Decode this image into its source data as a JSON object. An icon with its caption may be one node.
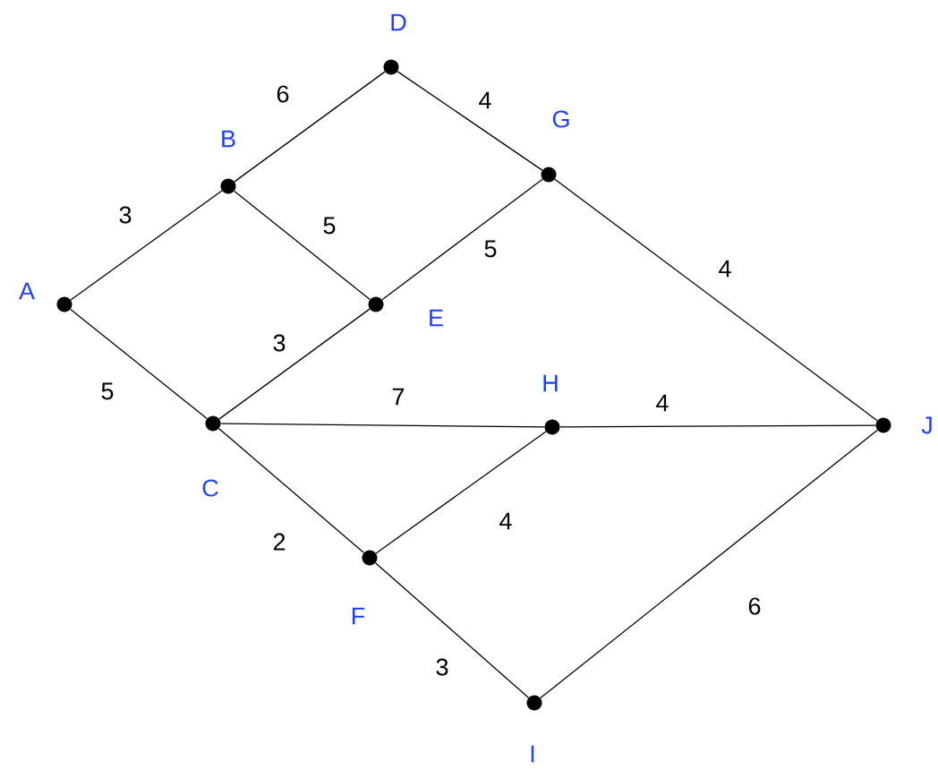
{
  "diagram": {
    "nodes": [
      {
        "text": [
          "A"
        ]
      },
      {
        "text": [
          "B"
        ]
      },
      {
        "text": [
          "C"
        ]
      },
      {
        "text": [
          "D"
        ]
      },
      {
        "text": [
          "E"
        ]
      },
      {
        "text": [
          "F"
        ]
      },
      {
        "text": [
          "G"
        ]
      },
      {
        "text": [
          "H"
        ]
      },
      {
        "text": [
          "I"
        ]
      },
      {
        "text": [
          "J"
        ]
      }
    ],
    "edges": [
      {
        "from": 0,
        "to": 1,
        "arrow": "none",
        "label": "3"
      },
      {
        "from": 0,
        "to": 2,
        "arrow": "none",
        "label": "5"
      },
      {
        "from": 1,
        "to": 3,
        "arrow": "none",
        "label": "6"
      },
      {
        "from": 1,
        "to": 4,
        "arrow": "none",
        "label": "5"
      },
      {
        "from": 3,
        "to": 6,
        "arrow": "none",
        "label": "4"
      },
      {
        "from": 6,
        "to": 4,
        "arrow": "none",
        "label": "5"
      },
      {
        "from": 6,
        "to": 9,
        "arrow": "none",
        "label": "4"
      },
      {
        "from": 4,
        "to": 2,
        "arrow": "none",
        "label": "3"
      },
      {
        "from": 2,
        "to": 7,
        "arrow": "none",
        "label": "7"
      },
      {
        "from": 7,
        "to": 9,
        "arrow": "none",
        "label": "4"
      },
      {
        "from": 2,
        "to": 5,
        "arrow": "none",
        "label": "2"
      },
      {
        "from": 5,
        "to": 7,
        "arrow": "none",
        "label": "4"
      },
      {
        "from": 5,
        "to": 8,
        "arrow": "none",
        "label": "3"
      },
      {
        "from": 8,
        "to": 9,
        "arrow": "none",
        "label": "6"
      }
    ]
  }
}
